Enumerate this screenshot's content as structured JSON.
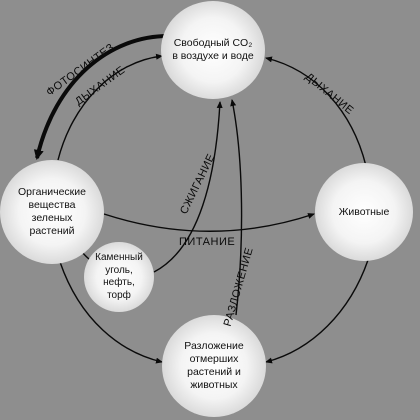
{
  "nodes": {
    "co2": "Свободный CO₂\nв воздухе и воде",
    "organic": "Органические\nвещества\nзеленых\nрастений",
    "animals": "Животные",
    "coal": "Каменный\nуголь,\nнефть,\nторф",
    "decomposition": "Разложение\nотмерших\nрастений и\nживотных"
  },
  "labels": {
    "photosynthesis": "ФОТОСИНТЕЗ",
    "respiration_plants": "ДЫХАНИЕ",
    "respiration_animals": "ДЫХАНИЕ",
    "burning": "СЖИГАНИЕ",
    "feeding": "ПИТАНИЕ",
    "decomposition": "РАЗЛОЖЕНИЕ"
  },
  "colors": {
    "background": "#8e8e8e",
    "arrow": "#0a0a0a",
    "node_fill": "#f4f4f4"
  }
}
